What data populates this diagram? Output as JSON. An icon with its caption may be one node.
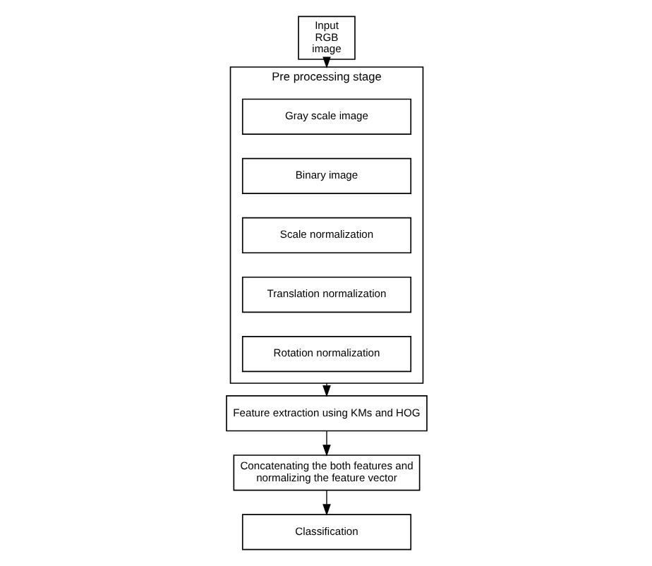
{
  "diagram": {
    "nodes": [
      {
        "text": [
          "Input RGB image"
        ]
      },
      {
        "text": [
          "Pre processing stage"
        ]
      },
      {
        "text": [
          "Gray scale image"
        ],
        "in": 1
      },
      {
        "text": [
          "Binary image"
        ],
        "in": 1
      },
      {
        "text": [
          "Scale normalization"
        ],
        "in": 1
      },
      {
        "text": [
          "Translation normalization"
        ],
        "in": 1
      },
      {
        "text": [
          "Rotation normalization"
        ],
        "in": 1
      },
      {
        "text": [
          "Feature extraction using KMs and HOG"
        ]
      },
      {
        "text": [
          "Concatenating the both features and normalizing the feature vector"
        ]
      },
      {
        "text": [
          "Classification"
        ]
      }
    ],
    "edges": [
      {
        "from": 0,
        "to": 1,
        "arrow": "to"
      },
      {
        "from": 1,
        "to": 7,
        "arrow": "to"
      },
      {
        "from": 7,
        "to": 8,
        "arrow": "to"
      },
      {
        "from": 8,
        "to": 9,
        "arrow": "to"
      }
    ]
  }
}
